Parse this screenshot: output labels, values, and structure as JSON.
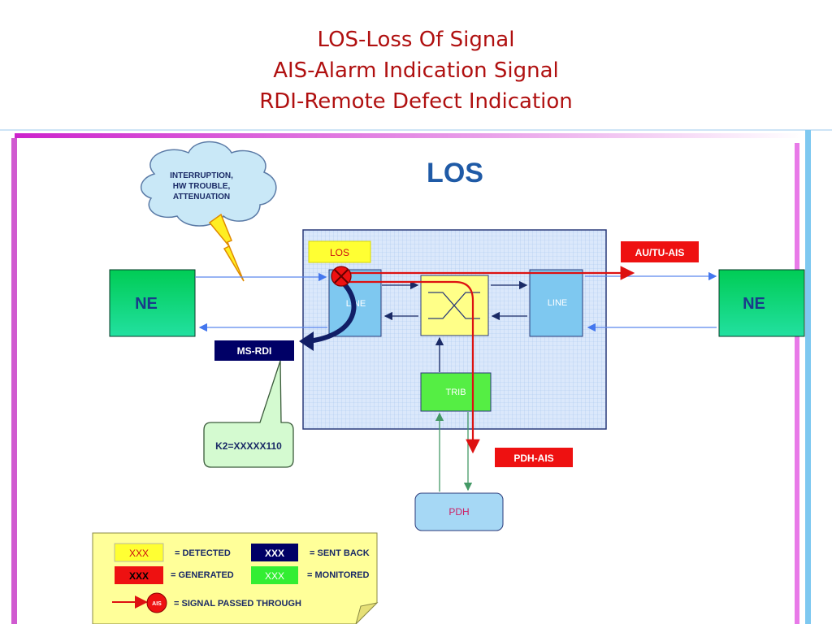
{
  "slide": {
    "title_lines": [
      "LOS-Loss Of Signal",
      "AIS-Alarm Indication Signal",
      "RDI-Remote Defect Indication"
    ]
  },
  "diagram": {
    "heading": "LOS",
    "cloud_lines": [
      "INTERRUPTION,",
      "HW TROUBLE,",
      "ATTENUATION"
    ],
    "ne_left": "NE",
    "ne_right": "NE",
    "los_tag": "LOS",
    "line_left": "LINE",
    "line_right": "LINE",
    "trib": "TRIB",
    "pdh": "PDH",
    "au_tu_ais": "AU/TU-AIS",
    "pdh_ais": "PDH-AIS",
    "ms_rdi": "MS-RDI",
    "k2_callout": "K2=XXXXX110"
  },
  "legend": {
    "sample": "XXX",
    "detected": "= DETECTED",
    "generated": "= GENERATED",
    "sent_back": "= SENT BACK",
    "monitored": "= MONITORED",
    "ais_icon": "AIS",
    "passed": "= SIGNAL PASSED THROUGH"
  },
  "colors": {
    "title": "#b01010",
    "ne": "#00cc66",
    "line_block": "#7ec8f0",
    "detected": "#ffff33",
    "generated": "#ee1111",
    "sent_back": "#000066",
    "monitored": "#33ee33",
    "signal_red": "#dd1111",
    "heading": "#1f5aa6"
  }
}
